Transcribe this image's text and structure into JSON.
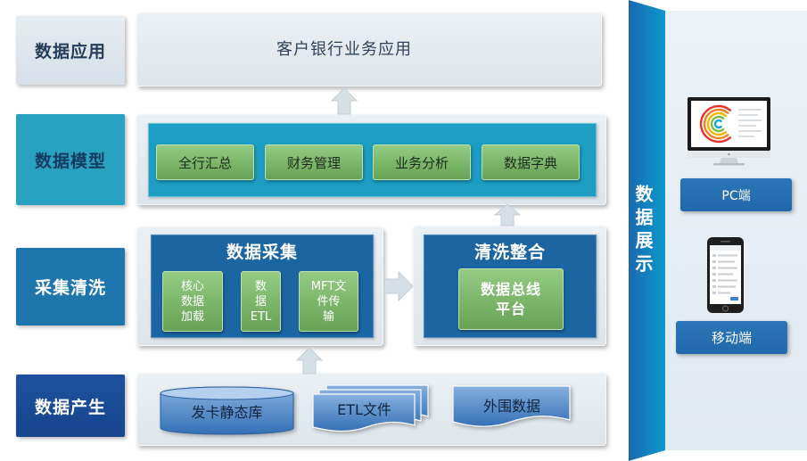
{
  "layers": {
    "application": "数据应用",
    "model": "数据模型",
    "collect_clean": "采集清洗",
    "produce": "数据产生"
  },
  "application": {
    "title": "客户银行业务应用"
  },
  "model": {
    "modules": [
      "全行汇总",
      "财务管理",
      "业务分析",
      "数据字典"
    ]
  },
  "collection": {
    "title": "数据采集",
    "modules": [
      "核心\n数据\n加载",
      "数\n据\nETL",
      "MFT文\n件传\n输"
    ]
  },
  "cleansing": {
    "title": "清洗整合",
    "platform": "数据总线\n平台"
  },
  "sources": {
    "items": [
      "发卡静态库",
      "ETL文件",
      "外围数据"
    ]
  },
  "display": {
    "title": "数据展示",
    "channels": [
      {
        "label": "PC端",
        "icon": "desktop-monitor-icon"
      },
      {
        "label": "移动端",
        "icon": "smartphone-icon"
      }
    ]
  },
  "icons": {
    "flow_arrow_up": "block-arrow-up-icon",
    "flow_arrow_right": "block-arrow-right-icon",
    "database": "database-cylinder-icon",
    "documents": "stacked-documents-icon",
    "document": "document-icon"
  },
  "colors": {
    "layer_application": "#d6e0e8",
    "layer_model": "#29a2c2",
    "layer_collect": "#1f76ad",
    "layer_produce": "#17458e",
    "inner_teal": "#1d9dc2",
    "inner_blue": "#1b66a2",
    "module_green": "#7ab569",
    "band_left": "#1a68b0",
    "band_right": "#0c9acd",
    "channel_button": "#2268aa",
    "source_blue_light": "#86b0de",
    "source_blue_dark": "#3470b5"
  }
}
